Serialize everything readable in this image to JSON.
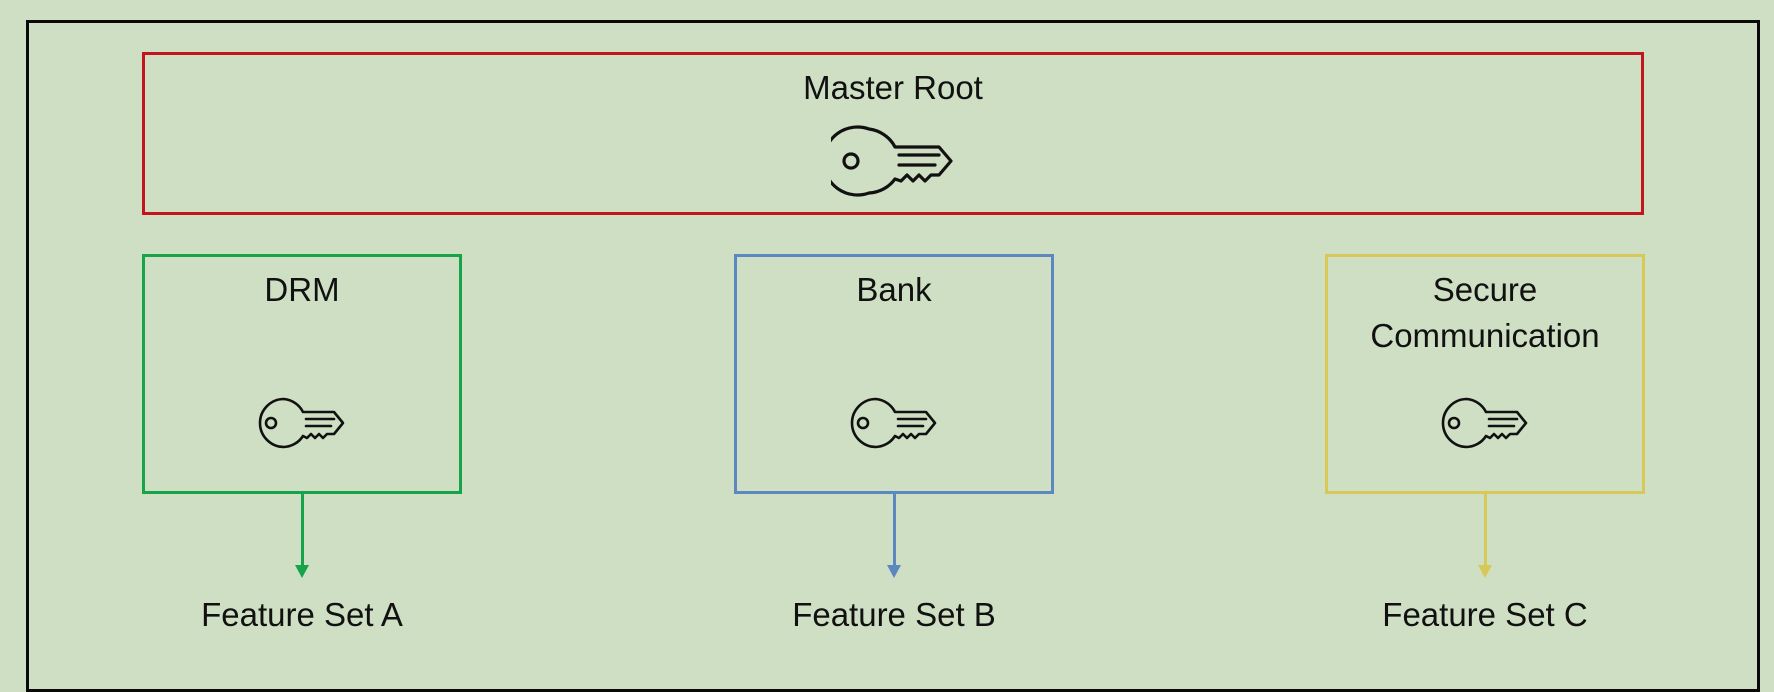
{
  "colors": {
    "background": "#cedfc4",
    "outer_border": "#0a0a0a",
    "master": "#c4141e",
    "drm": "#16a34a",
    "bank": "#5b88c0",
    "secure": "#d8c857"
  },
  "master": {
    "label": "Master Root",
    "icon": "key-icon"
  },
  "domains": [
    {
      "label": "DRM",
      "icon": "key-icon",
      "feature": "Feature Set A"
    },
    {
      "label": "Bank",
      "icon": "key-icon",
      "feature": "Feature Set B"
    },
    {
      "label": "Secure Communication",
      "label_lines": [
        "Secure",
        "Communication"
      ],
      "icon": "key-icon",
      "feature": "Feature Set C"
    }
  ]
}
